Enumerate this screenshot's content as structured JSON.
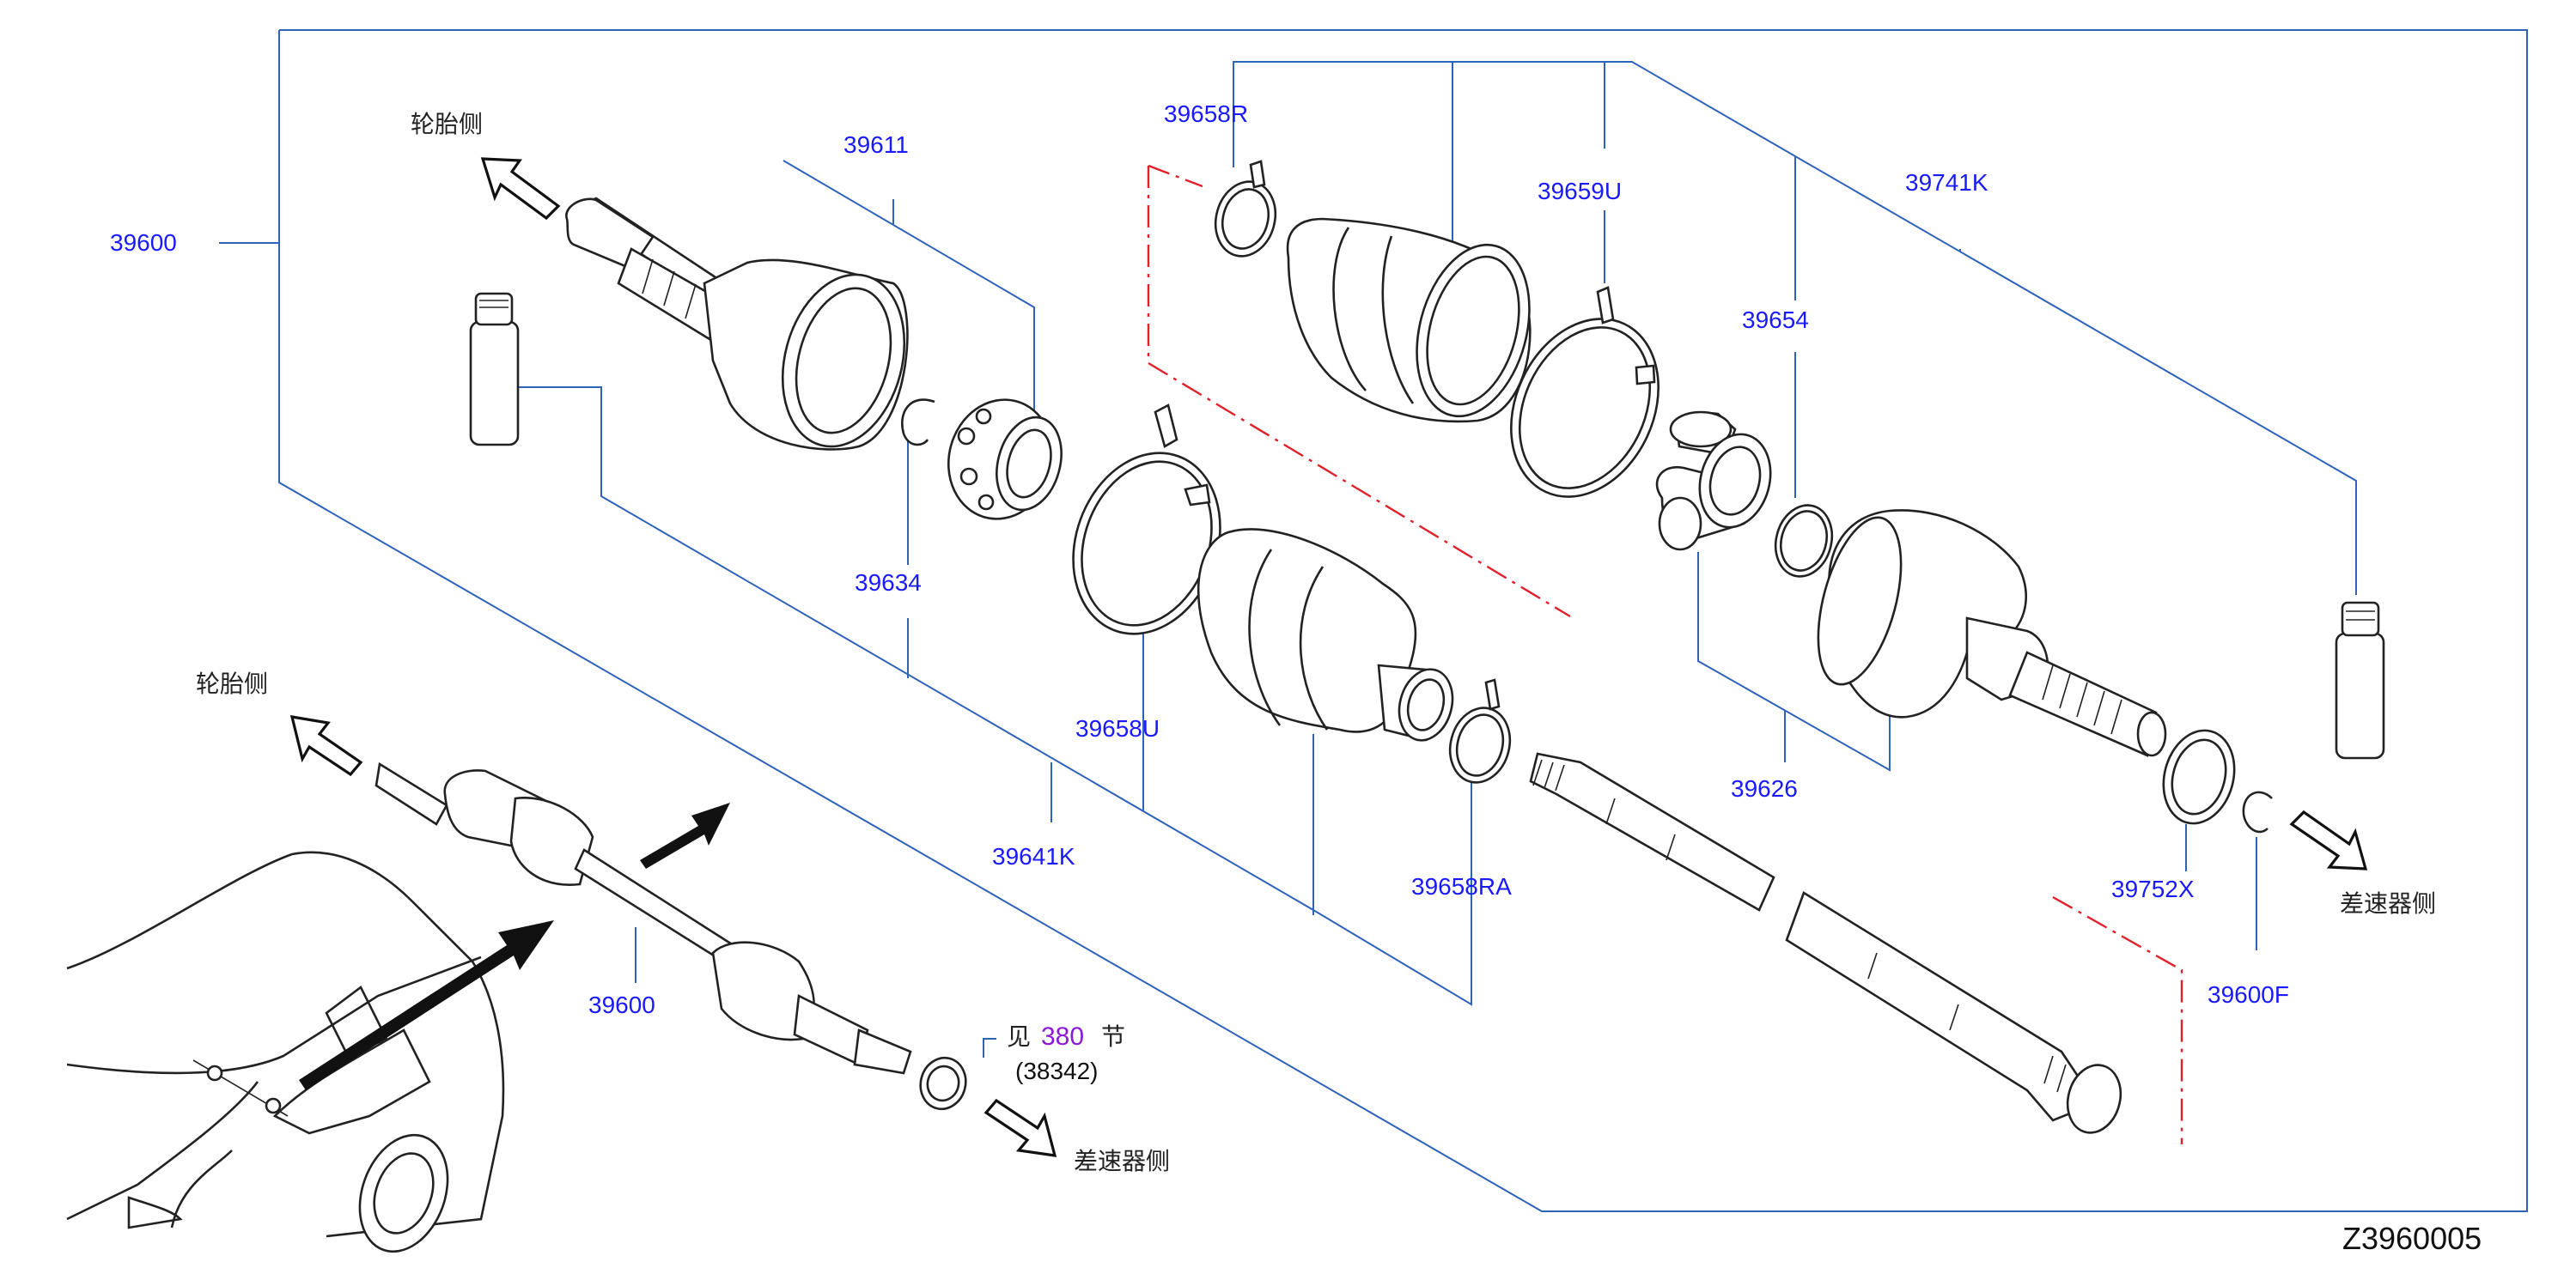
{
  "diagram_id": "Z3960005",
  "side_labels": {
    "tire_side": "轮胎侧",
    "differential_side": "差速器侧"
  },
  "parts": {
    "p39600": "39600",
    "p39611": "39611",
    "p39634": "39634",
    "p39641K": "39641K",
    "p39658R": "39658R",
    "p39659U": "39659U",
    "p39741K": "39741K",
    "p39654": "39654",
    "p39626": "39626",
    "p39658U": "39658U",
    "p39658RA": "39658RA",
    "p39752X": "39752X",
    "p39600F": "39600F"
  },
  "reference": {
    "prefix": "见",
    "section": "380",
    "suffix": "节",
    "code": "(38342)"
  },
  "colors": {
    "part_number": "#1a1aff",
    "leader_line": "#2f63b8",
    "centerline": "#e0202a",
    "section_link": "#8a1ad6"
  }
}
